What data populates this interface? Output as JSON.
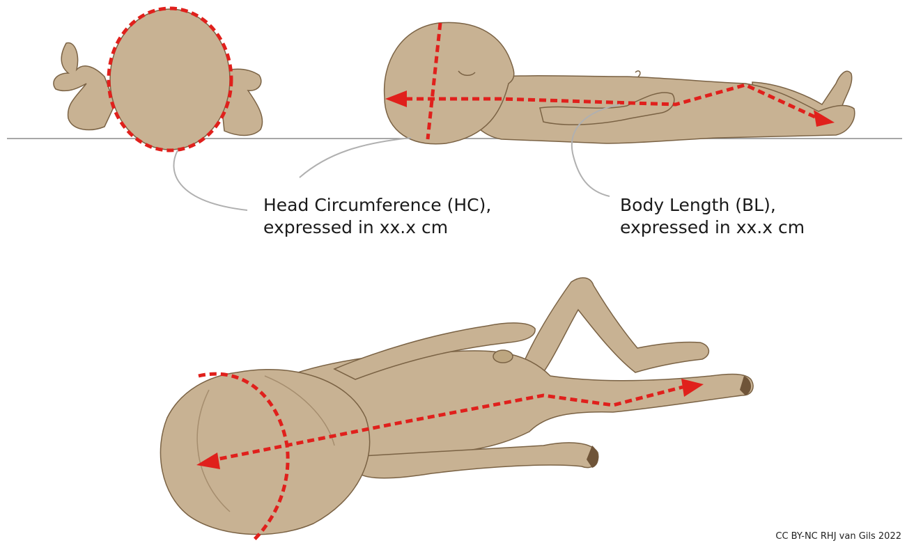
{
  "labels": {
    "head_circumference": {
      "line1": "Head Circumference (HC),",
      "line2": "expressed in xx.x cm"
    },
    "body_length": {
      "line1": "Body Length (BL),",
      "line2": "expressed in xx.x cm"
    }
  },
  "credit": "CC BY-NC RHJ van Gils 2022",
  "colors": {
    "skin": "#c8b293",
    "outline": "#7a6244",
    "shadow": "#a58d6e",
    "measure": "#e0201c",
    "leader": "#b0b0b0",
    "ground": "#8a8a8a"
  }
}
